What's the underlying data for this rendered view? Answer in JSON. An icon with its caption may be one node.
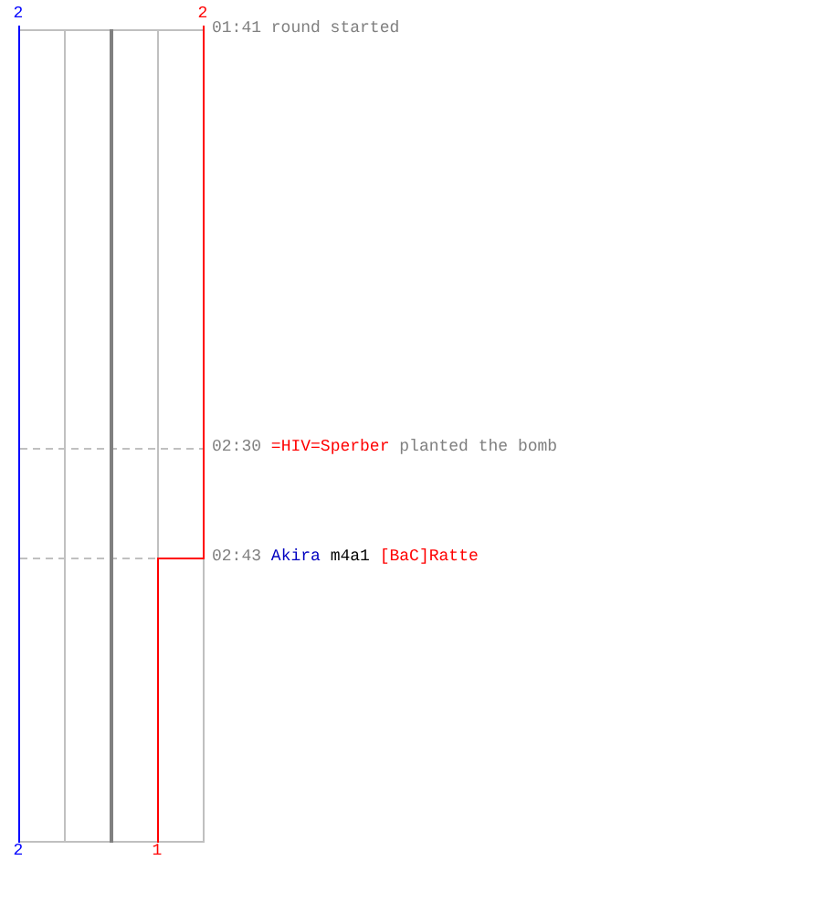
{
  "diagram": {
    "labels": [
      "2",
      "2",
      "01:41 round started",
      "02:30 =HIV=Sperber planted the bomb",
      "02:43 Akira m4a1 [BaC]Ratte",
      "2",
      "1"
    ]
  }
}
